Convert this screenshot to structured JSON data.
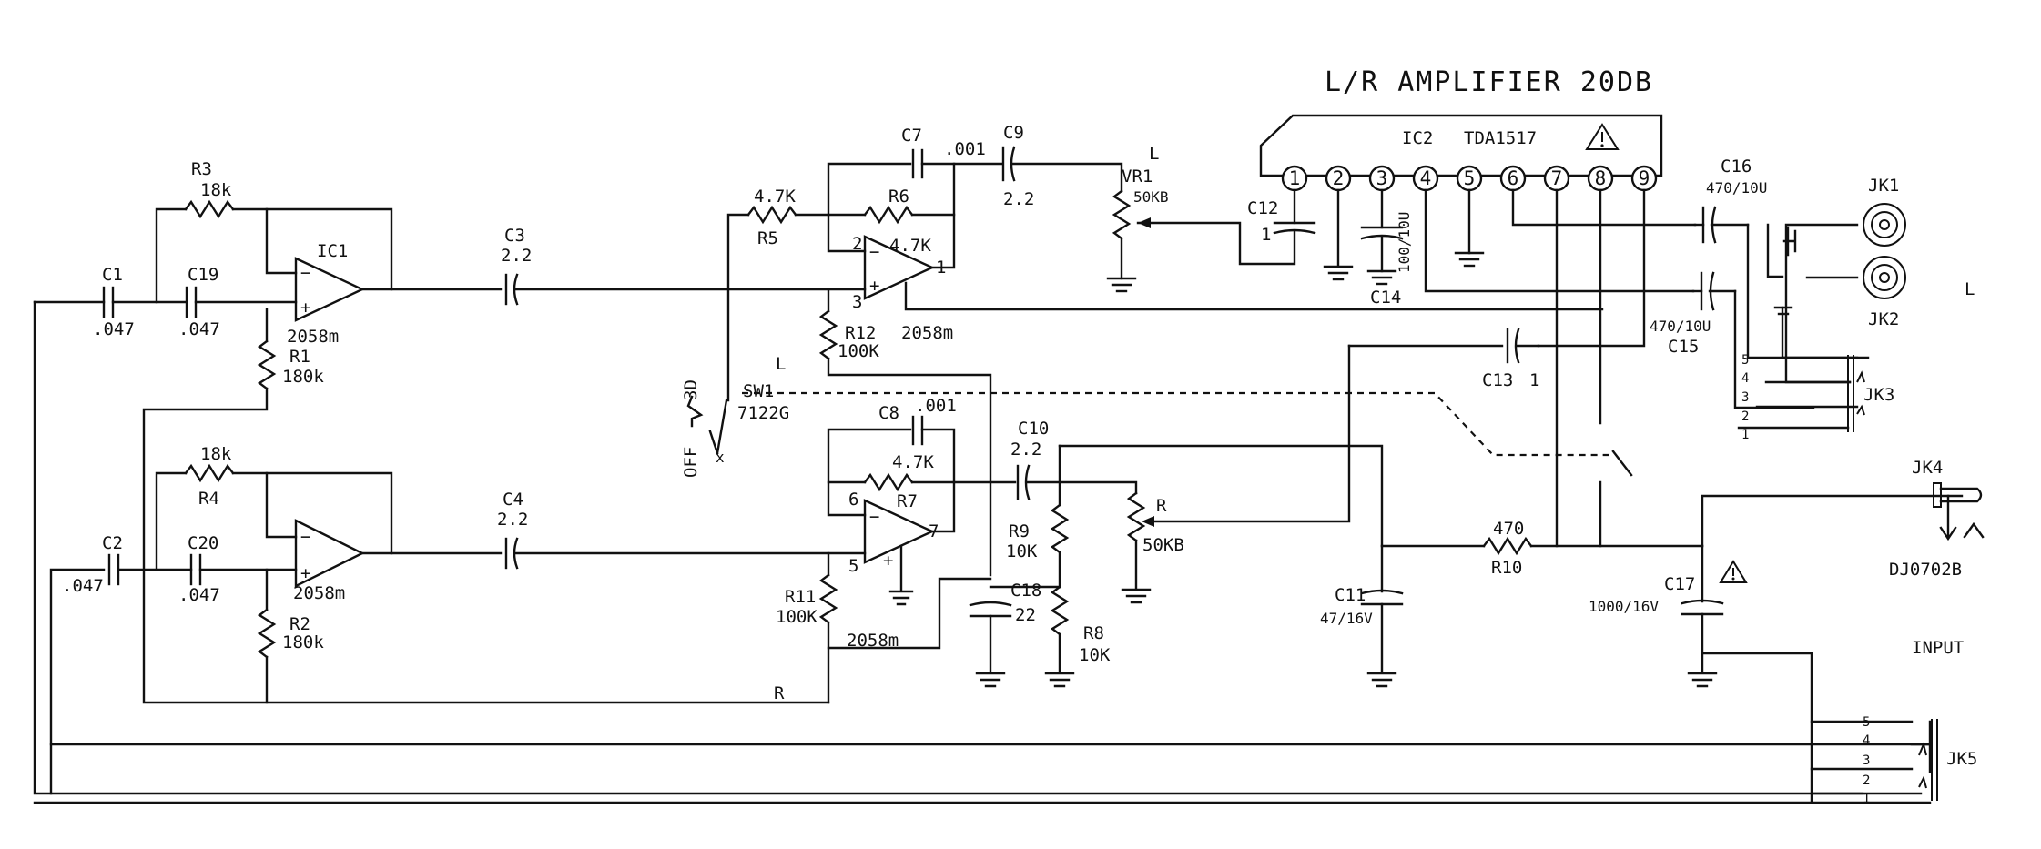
{
  "title": "L/R  AMPLIFIER 20DB",
  "ic2": {
    "ref": "IC2",
    "part": "TDA1517",
    "pins": [
      "1",
      "2",
      "3",
      "4",
      "5",
      "6",
      "7",
      "8",
      "9"
    ]
  },
  "op_amps": {
    "ic1_ref": "IC1",
    "part": "2058m"
  },
  "pins": {
    "p1": "1",
    "p2": "2",
    "p3": "3",
    "p5": "5",
    "p6": "6",
    "p7": "7"
  },
  "resistors": {
    "r1": "R1",
    "r1_val": "180k",
    "r2": "R2",
    "r2_val": "180k",
    "r3": "R3",
    "r3_val": "18k",
    "r4": "R4",
    "r4_val": "18k",
    "r5": "R5",
    "r5_val": "4.7K",
    "r6": "R6",
    "r6_val": "4.7K",
    "r7": "R7",
    "r7_val": "4.7K",
    "r8": "R8",
    "r8_val": "10K",
    "r9": "R9",
    "r9_val": "10K",
    "r10": "R10",
    "r10_val": "470",
    "r11": "R11",
    "r11_val": "100K",
    "r12": "R12",
    "r12_val": "100K"
  },
  "capacitors": {
    "c1": "C1",
    "c1_val": ".047",
    "c2": "C2",
    "c2_val": ".047",
    "c19": "C19",
    "c19_val": ".047",
    "c20": "C20",
    "c20_val": ".047",
    "c3": "C3",
    "c3_val": "2.2",
    "c4": "C4",
    "c4_val": "2.2",
    "c7": "C7",
    "c7_val": ".001",
    "c8": "C8",
    "c8_val": ".001",
    "c9": "C9",
    "c9_val": "2.2",
    "c10": "C10",
    "c10_val": "2.2",
    "c11": "C11",
    "c11_val": "47/16V",
    "c12": "C12",
    "c12_val": "1",
    "c13": "C13",
    "c13_val": "1",
    "c14": "C14",
    "c14_val": "100/10U",
    "c15": "C15",
    "c15_val": "470/10U",
    "c16": "C16",
    "c16_val": "470/10U",
    "c17": "C17",
    "c17_val": "1000/16V",
    "c18": "C18",
    "c18_val": "22"
  },
  "pots": {
    "vr1": "VR1",
    "vr1_val": "50KB",
    "vr_r_val": "50KB"
  },
  "switch": {
    "ref": "SW1",
    "part": "7122G",
    "off": "OFF",
    "on": "3D",
    "x": "x"
  },
  "jacks": {
    "jk1": "JK1",
    "jk2": "JK2",
    "jk3": "JK3",
    "jk4": "JK4",
    "jk4_part": "DJ0702B",
    "jk5": "JK5",
    "input": "INPUT"
  },
  "jack_pins": {
    "p5": "5",
    "p4": "4",
    "p3": "3",
    "p2": "2",
    "p1": "1"
  },
  "channels": {
    "L": "L",
    "R": "R"
  },
  "warning_symbol": "warning-triangle-icon"
}
